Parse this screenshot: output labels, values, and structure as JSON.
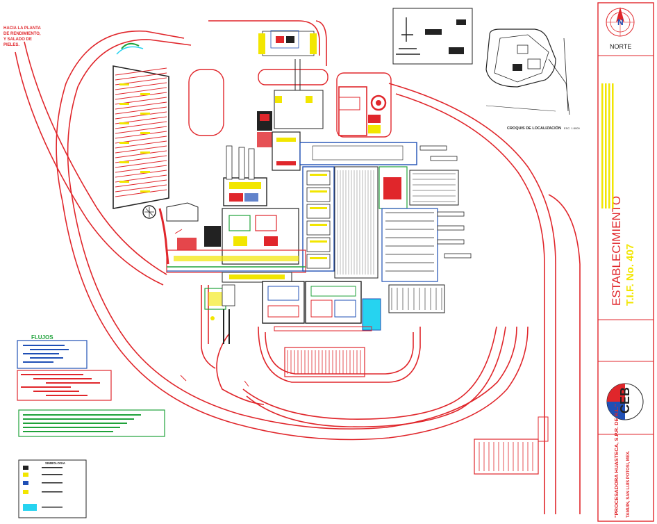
{
  "north": {
    "letter": "N",
    "label": "NORTE"
  },
  "note_left": [
    "HACIA LA PLANTA",
    "DE RENDIMIENTO,",
    "Y SALADO DE",
    "PIELES."
  ],
  "locator": {
    "caption": "CROQUIS DE LOCALIZACIÓN",
    "scale": "ESC. 1:5000"
  },
  "flows": {
    "title": "FLUJOS"
  },
  "legend": {
    "title": "SIMBOLOGIA"
  },
  "title_block": {
    "main_title": "ESTABLECIMIENTO",
    "tif": "T.I.F. No. 407",
    "client": "\"PROCESADORA HUASTECA, S.P.R. DE R.L.\"",
    "location": "TAMUIN, SAN LUIS POTOSI, MEX.",
    "logo": "CEB"
  },
  "colors": {
    "red": "#e0262b",
    "blue": "#1f4fb5",
    "green": "#1fa23a",
    "yellow": "#f2e600",
    "cyan": "#26d3f0",
    "dark": "#222222"
  }
}
